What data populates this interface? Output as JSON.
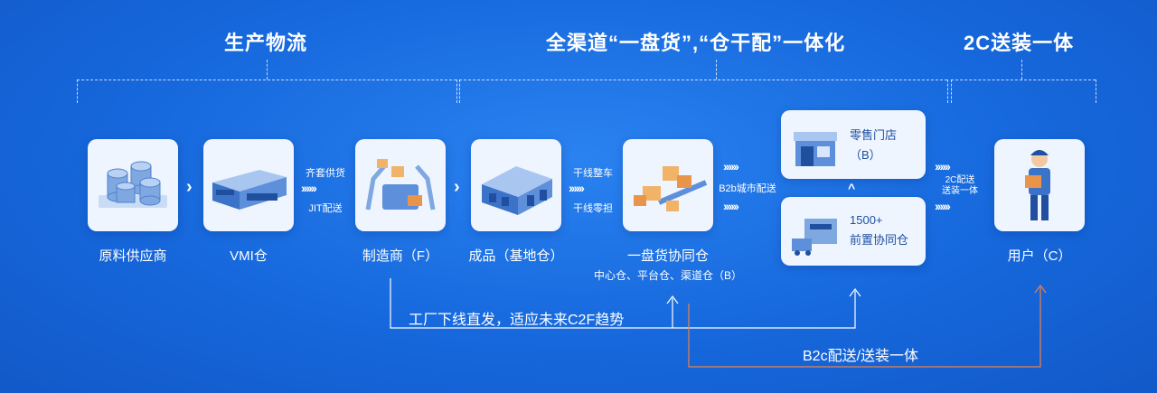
{
  "sections": {
    "production": "生产物流",
    "omni": "全渠道“一盘货”,“仓干配”一体化",
    "to_c": "2C送装一体"
  },
  "nodes": {
    "supplier": "原料供应商",
    "vmi": "VMI仓",
    "manufacturer": "制造商（F）",
    "finished": "成品（基地仓）",
    "coop_wh": "一盘货协同仓",
    "coop_wh_sub": "中心仓、平台仓、渠道仓（B）",
    "retail_line1": "零售门店",
    "retail_line2": "（B）",
    "front_line1": "1500+",
    "front_line2": "前置协同仓",
    "user": "用户（C）"
  },
  "links": {
    "a_top": "齐套供货",
    "a_bottom": "JIT配送",
    "b_top": "干线整车",
    "b_bottom": "干线零担",
    "c_mid": "B2b城市配送",
    "d_top": "2C配送",
    "d_bottom": "送装一体"
  },
  "flows": {
    "c2f": "工厂下线直发，适应未来C2F趋势",
    "b2c": "B2c配送/送装一体"
  },
  "glyphs": {
    "chevrons": "››››››",
    "gt": "›",
    "up": "^"
  },
  "colors": {
    "background": "#1668dc",
    "card": "#eef5ff",
    "orange_line": "#e8824a",
    "white_line": "#ffffff"
  }
}
